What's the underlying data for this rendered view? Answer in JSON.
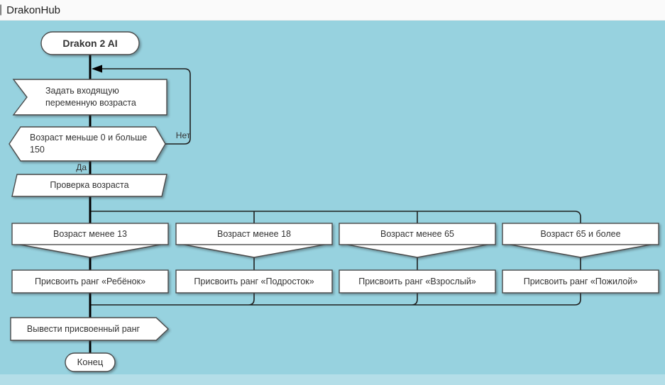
{
  "topbar": {
    "divider": "|",
    "brand": "DrakonHub"
  },
  "colors": {
    "canvas": "#97d2df",
    "topbar": "#fafafa",
    "shape_fill": "#ffffff",
    "shape_border": "#4a4a4a",
    "line": "#1f1f1f",
    "skewer": "#000000",
    "text": "#333333"
  },
  "diagram": {
    "start_label": "Drakon 2 AI",
    "input_label": "Задать входящую\nпеременную возраста",
    "decision_label": "Возраст меньше 0 и больше\n150",
    "yes_label": "Да",
    "no_label": "Нет",
    "check_label": "Проверка возраста",
    "branches": [
      {
        "header": "Возраст менее 13",
        "action": "Присвоить ранг «Ребёнок»"
      },
      {
        "header": "Возраст менее 18",
        "action": "Присвоить ранг «Подросток»"
      },
      {
        "header": "Возраст менее 65",
        "action": "Присвоить ранг «Взрослый»"
      },
      {
        "header": "Возраст 65 и более",
        "action": "Присвоить ранг «Пожилой»"
      }
    ],
    "output_label": "Вывести присвоенный ранг",
    "end_label": "Конец"
  }
}
